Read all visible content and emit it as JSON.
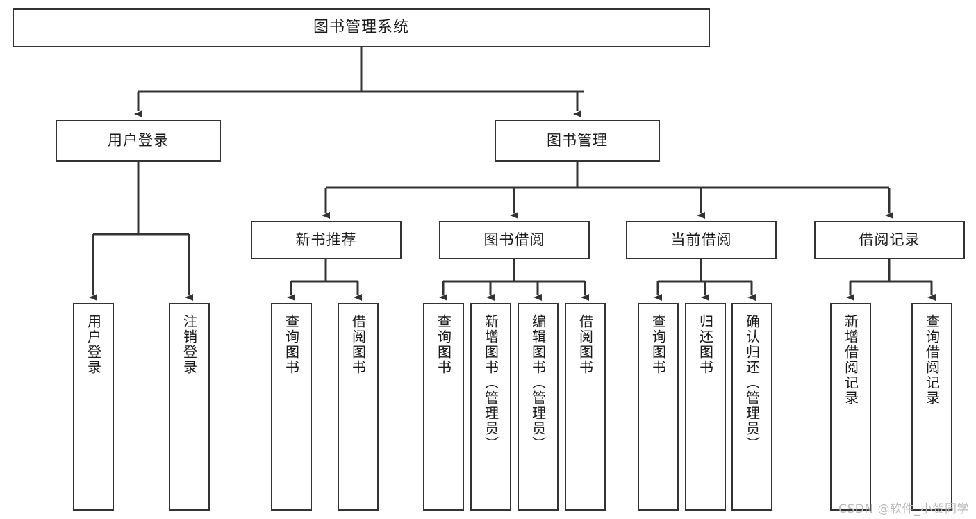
{
  "diagram": {
    "title": "图书管理系统",
    "type": "tree-hierarchy",
    "root": {
      "label": "图书管理系统"
    },
    "level1": [
      {
        "label": "用户登录"
      },
      {
        "label": "图书管理"
      }
    ],
    "level2": [
      {
        "label": "新书推荐"
      },
      {
        "label": "图书借阅"
      },
      {
        "label": "当前借阅"
      },
      {
        "label": "借阅记录"
      }
    ],
    "leaves": {
      "user_login": [
        {
          "label": "用户登录"
        },
        {
          "label": "注销登录"
        }
      ],
      "new_book_recommend": [
        {
          "label": "查询图书"
        },
        {
          "label": "借阅图书"
        }
      ],
      "book_borrow": [
        {
          "label": "查询图书"
        },
        {
          "label": "新增图书（管理员）"
        },
        {
          "label": "编辑图书（管理员）"
        },
        {
          "label": "借阅图书"
        }
      ],
      "current_borrow": [
        {
          "label": "查询图书"
        },
        {
          "label": "归还图书"
        },
        {
          "label": "确认归还（管理员）"
        }
      ],
      "borrow_record": [
        {
          "label": "新增借阅记录"
        },
        {
          "label": "查询借阅记录"
        }
      ]
    }
  },
  "watermark": {
    "text": "CSDN @软件_小贺同学"
  },
  "colors": {
    "border": "#333333",
    "background": "#ffffff",
    "text": "#1a1a1a",
    "watermark": "#b9b9b9"
  }
}
